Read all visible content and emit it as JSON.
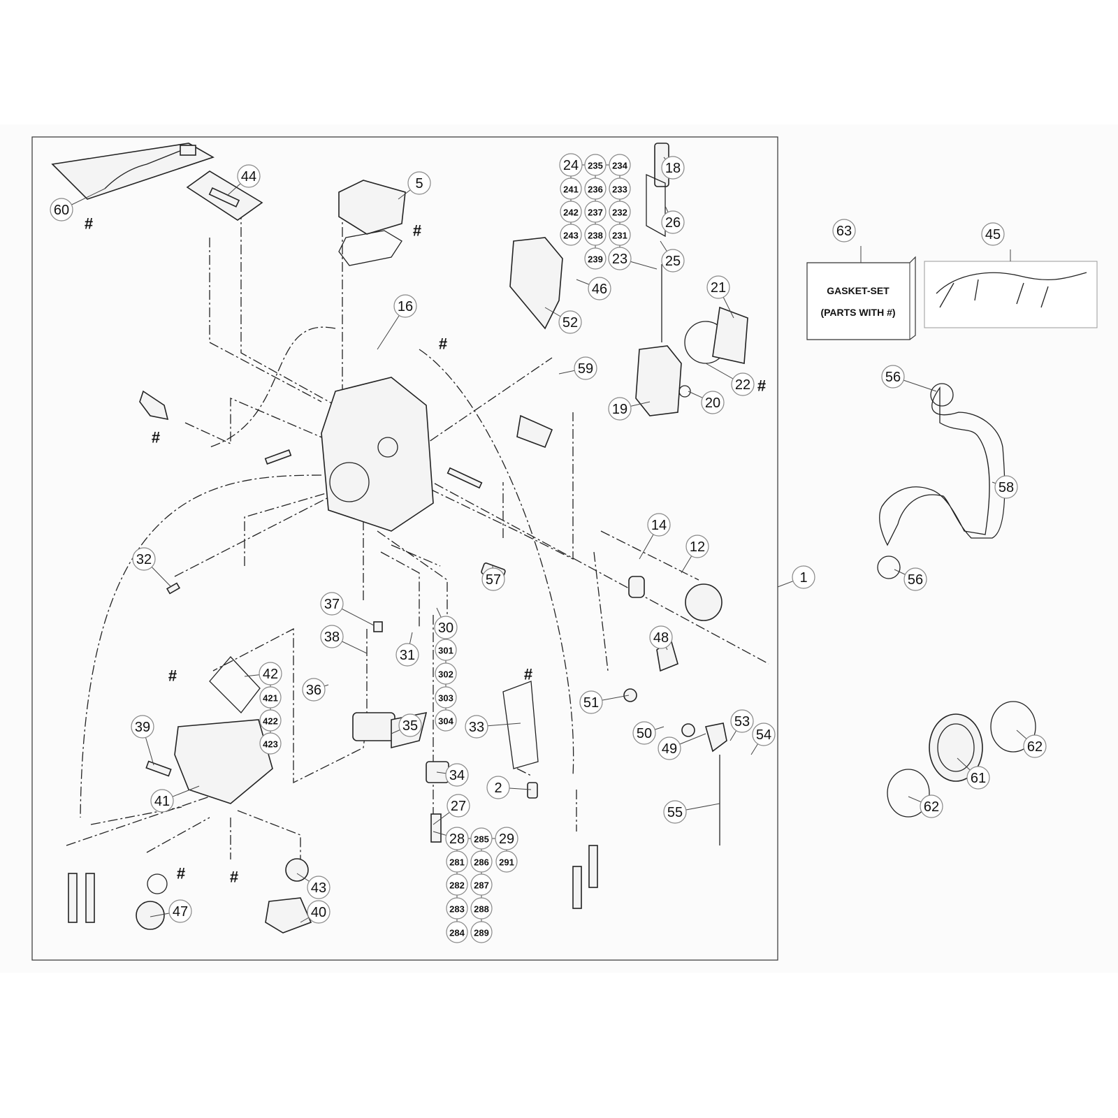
{
  "diagram": {
    "type": "exploded parts diagram",
    "callouts": [
      "60",
      "44",
      "5",
      "24",
      "235",
      "234",
      "241",
      "236",
      "233",
      "242",
      "237",
      "232",
      "243",
      "238",
      "231",
      "239",
      "23",
      "18",
      "26",
      "25",
      "46",
      "52",
      "21",
      "22",
      "20",
      "19",
      "16",
      "59",
      "63",
      "45",
      "56",
      "58",
      "56",
      "1",
      "14",
      "12",
      "57",
      "32",
      "37",
      "38",
      "31",
      "30",
      "301",
      "302",
      "303",
      "304",
      "36",
      "35",
      "42",
      "421",
      "422",
      "423",
      "39",
      "41",
      "33",
      "34",
      "2",
      "27",
      "28",
      "285",
      "29",
      "281",
      "286",
      "291",
      "282",
      "287",
      "283",
      "288",
      "284",
      "289",
      "48",
      "51",
      "50",
      "49",
      "53",
      "54",
      "55",
      "43",
      "40",
      "47",
      "61",
      "62",
      "62"
    ],
    "hash_marker": "#",
    "gasket_box": {
      "line1": "GASKET-SET",
      "line2": "(PARTS WITH #)"
    },
    "colors": {
      "line": "#222222",
      "callout_border": "#888888",
      "background": "#ffffff"
    }
  }
}
